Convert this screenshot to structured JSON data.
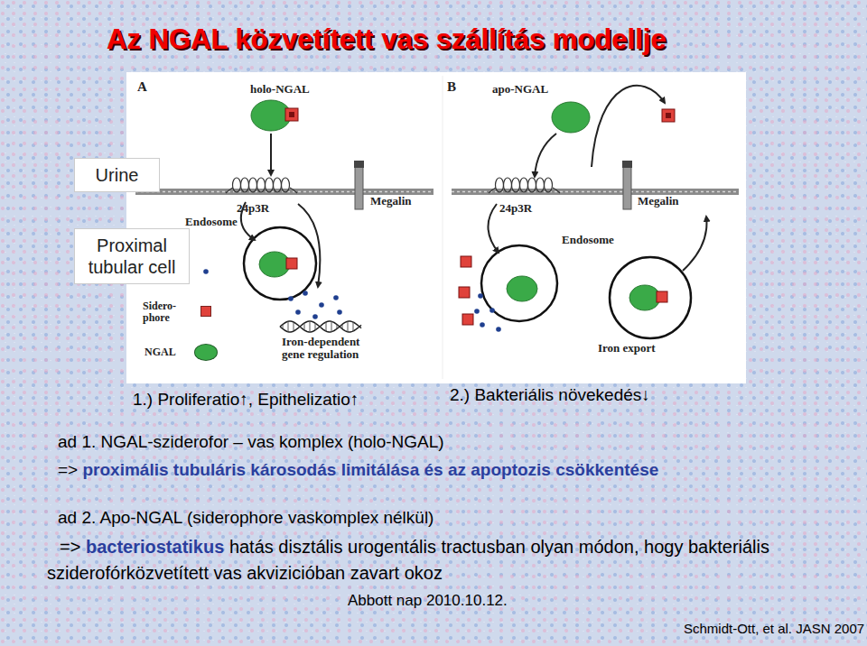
{
  "diagram": {
    "title": "Az NGAL közvetített vas szállítás modellje",
    "nodes": [
      {
        "text": [
          "Urine"
        ]
      },
      {
        "text": [
          "Proximal tubular cell"
        ]
      }
    ],
    "labels": [
      "A",
      "holo-NGAL",
      "24p3R",
      "Megalin",
      "Endosome",
      "Iron-dependent gene regulation",
      "B",
      "apo-NGAL",
      "24p3R",
      "Megalin",
      "Endosome",
      "Iron export",
      "1.) Proliferatio↑, Epithelizatio↑",
      "2.) Bakteriális növekedés↓",
      "ad 1. NGAL-sziderofor – vas komplex (holo-NGAL)",
      "=>",
      "proximális tubuláris károsodás limitálása és az apoptozis csökkentése",
      "ad 2. Apo-NGAL (siderophore vaskomplex nélkül)",
      "=>",
      "bacteriostatikus",
      "hatás disztális urogentális tractusban olyan módon, hogy bakteriális sziderofórközvetített vas akvizicióban zavart okoz",
      "Abbott nap 2010.10.12.",
      "Schmidt-Ott, et al. JASN 2007"
    ],
    "legend": [
      {
        "text": "Sidero-phore",
        "color": "#e0423b"
      },
      {
        "text": "NGAL",
        "color": "#3aaa48"
      }
    ]
  }
}
